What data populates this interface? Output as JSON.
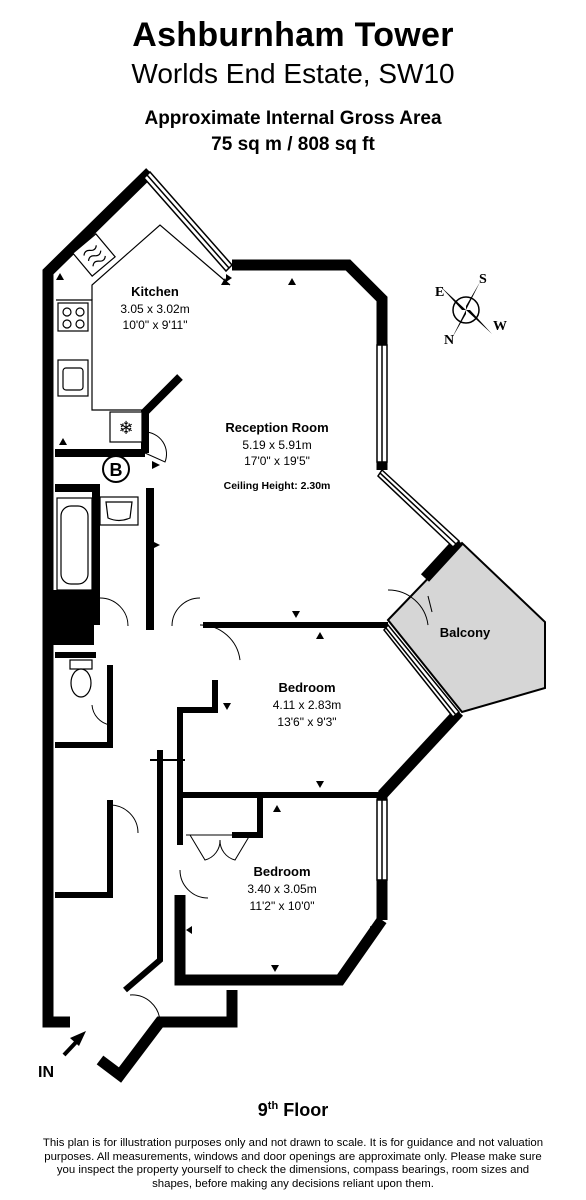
{
  "header": {
    "title": "Ashburnham Tower",
    "subtitle": "Worlds End Estate, SW10",
    "area_heading": "Approximate Internal Gross Area",
    "area_value": "75 sq m / 808 sq ft"
  },
  "rooms": {
    "kitchen": {
      "name": "Kitchen",
      "metric": "3.05 x 3.02m",
      "imperial": "10'0\" x 9'11\""
    },
    "reception": {
      "name": "Reception Room",
      "metric": "5.19 x 5.91m",
      "imperial": "17'0\" x 19'5\"",
      "ceiling": "Ceiling Height: 2.30m"
    },
    "balcony": {
      "name": "Balcony"
    },
    "bedroom1": {
      "name": "Bedroom",
      "metric": "4.11 x 2.83m",
      "imperial": "13'6\" x 9'3\""
    },
    "bedroom2": {
      "name": "Bedroom",
      "metric": "3.40 x 3.05m",
      "imperial": "11'2\" x 10'0\""
    }
  },
  "compass": {
    "n": "N",
    "s": "S",
    "e": "E",
    "w": "W"
  },
  "boiler_label": "B",
  "entrance_label": "IN",
  "floor": {
    "number": "9",
    "suffix": "th",
    "word": "Floor"
  },
  "disclaimer": "This plan is for illustration purposes only and not drawn to scale. It is for guidance and not valuation purposes. All measurements, windows and door openings are approximate only. Please make sure you inspect the property yourself to check the dimensions, compass bearings, room sizes and shapes, before making any decisions reliant upon them.",
  "colors": {
    "wall": "#000000",
    "balcony_fill": "#d6d6d6",
    "background": "#ffffff"
  }
}
